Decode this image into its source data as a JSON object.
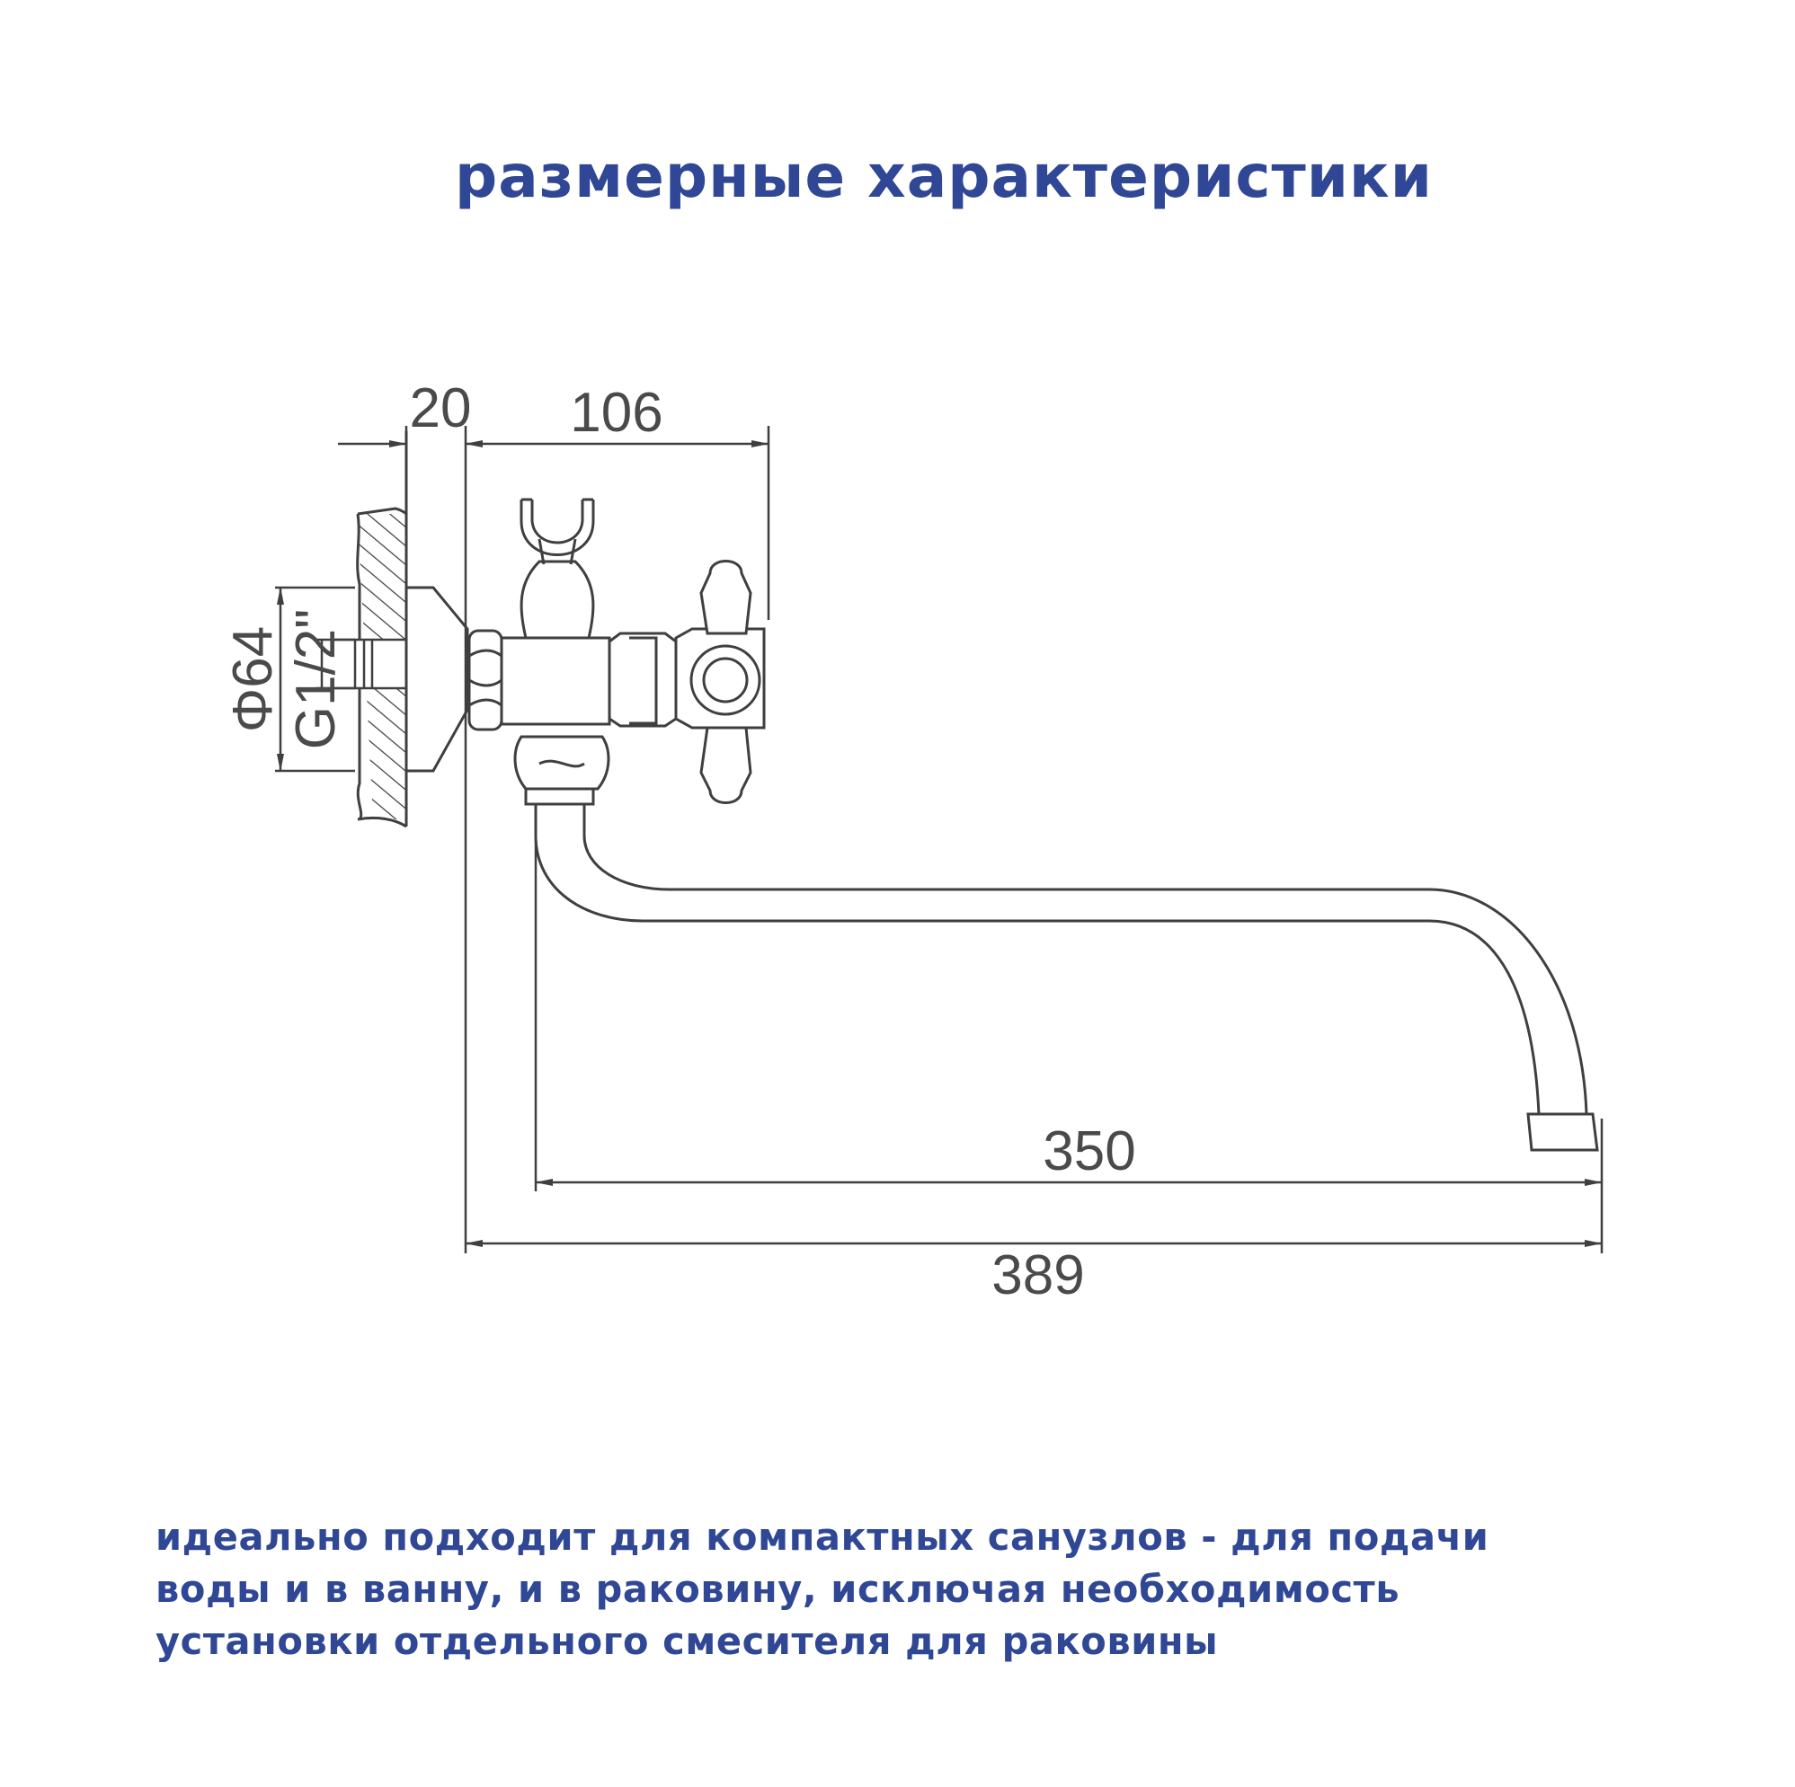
{
  "header": {
    "title": "размерные характеристики"
  },
  "drawing": {
    "dimensions": {
      "wall_depth": "20",
      "body_depth": "106",
      "flange_diameter": "Φ64",
      "thread": "G1/2\"",
      "spout_reach": "350",
      "total_length": "389"
    }
  },
  "description": {
    "lines": [
      "идеально подходит для компактных санузлов - для подачи",
      "воды и в ванну, и в раковину, исключая необходимость",
      "установки отдельного смесителя для раковины"
    ]
  },
  "colors": {
    "accent": "#2f4795",
    "line": "#3f3f3f",
    "dimension_text": "#4a4a4a"
  }
}
